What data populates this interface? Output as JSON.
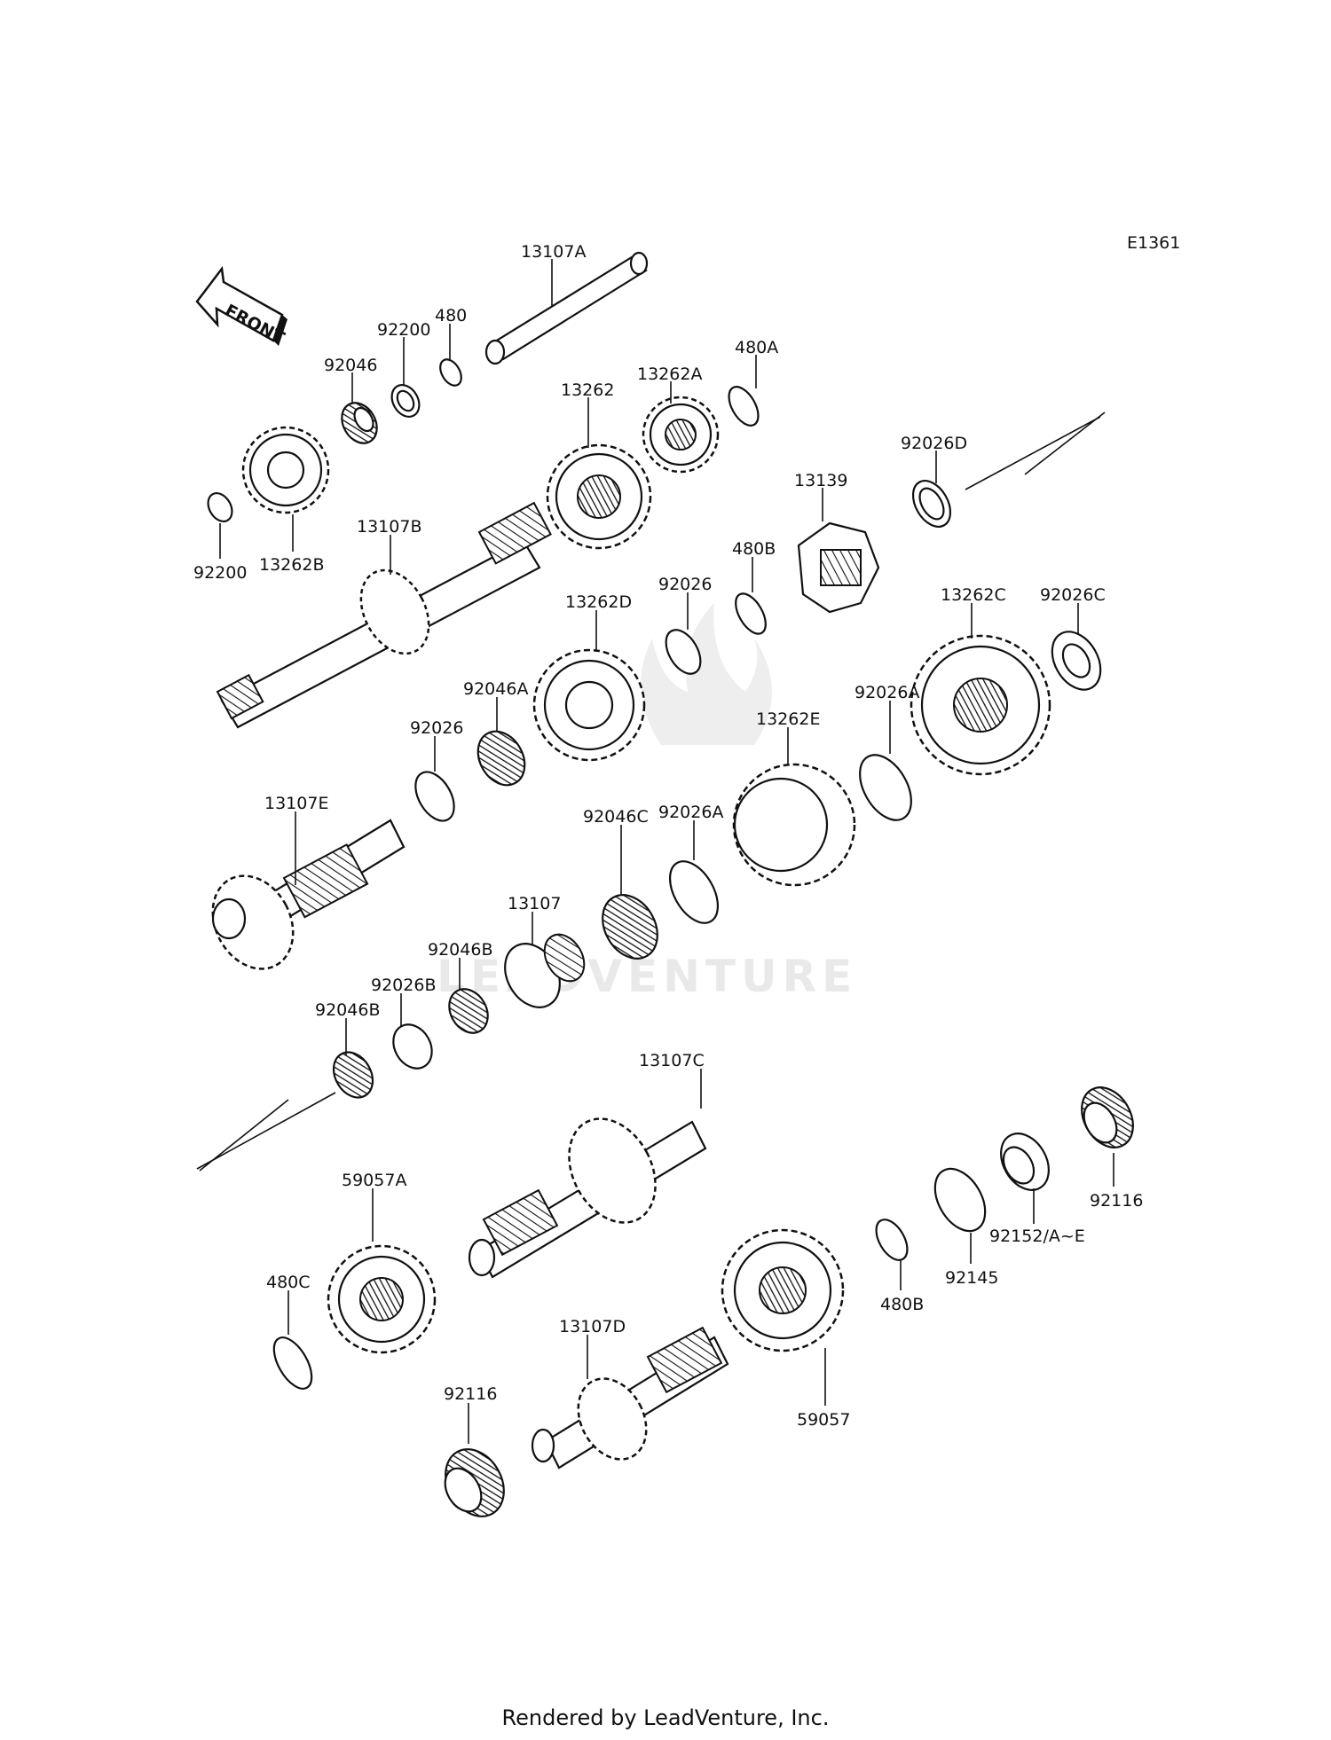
{
  "diagram_code": "E1361",
  "front_arrow_label": "FRONT",
  "watermark": "LEADVENTURE",
  "footer": "Rendered by LeadVenture, Inc.",
  "parts": [
    {
      "id": "p01",
      "label": "13107A"
    },
    {
      "id": "p02",
      "label": "480"
    },
    {
      "id": "p03",
      "label": "92200"
    },
    {
      "id": "p04",
      "label": "92046"
    },
    {
      "id": "p05",
      "label": "13262A"
    },
    {
      "id": "p06",
      "label": "480A"
    },
    {
      "id": "p07",
      "label": "13262"
    },
    {
      "id": "p08",
      "label": "92026D"
    },
    {
      "id": "p09",
      "label": "13139"
    },
    {
      "id": "p10",
      "label": "92200"
    },
    {
      "id": "p11",
      "label": "13262B"
    },
    {
      "id": "p12",
      "label": "13107B"
    },
    {
      "id": "p13",
      "label": "480B"
    },
    {
      "id": "p14",
      "label": "92026"
    },
    {
      "id": "p15",
      "label": "13262D"
    },
    {
      "id": "p16",
      "label": "13262C"
    },
    {
      "id": "p17",
      "label": "92026C"
    },
    {
      "id": "p18",
      "label": "92046A"
    },
    {
      "id": "p19",
      "label": "92026"
    },
    {
      "id": "p20",
      "label": "13262E"
    },
    {
      "id": "p21",
      "label": "92026A"
    },
    {
      "id": "p22",
      "label": "13107E"
    },
    {
      "id": "p23",
      "label": "92026A"
    },
    {
      "id": "p24",
      "label": "92046C"
    },
    {
      "id": "p25",
      "label": "13107"
    },
    {
      "id": "p26",
      "label": "92046B"
    },
    {
      "id": "p27",
      "label": "92026B"
    },
    {
      "id": "p28",
      "label": "92046B"
    },
    {
      "id": "p29",
      "label": "13107C"
    },
    {
      "id": "p30",
      "label": "59057A"
    },
    {
      "id": "p31",
      "label": "92116"
    },
    {
      "id": "p32",
      "label": "92152/A~E"
    },
    {
      "id": "p33",
      "label": "92145"
    },
    {
      "id": "p34",
      "label": "480B"
    },
    {
      "id": "p35",
      "label": "480C"
    },
    {
      "id": "p36",
      "label": "13107D"
    },
    {
      "id": "p37",
      "label": "59057"
    },
    {
      "id": "p38",
      "label": "92116"
    }
  ]
}
